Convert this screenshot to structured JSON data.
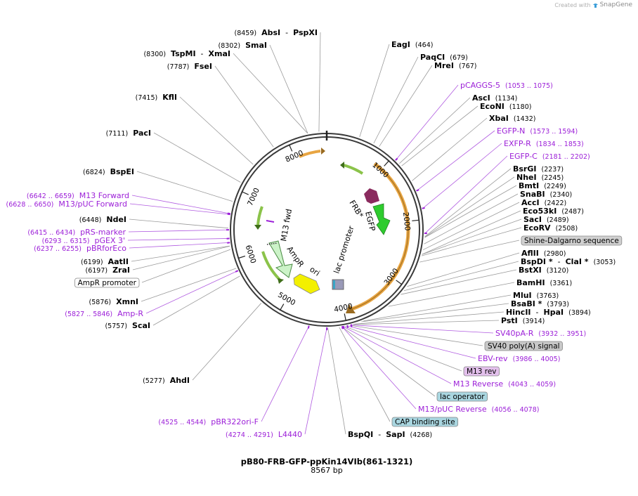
{
  "credit": {
    "prefix": "Created with",
    "brand": "SnapGene"
  },
  "plasmid": {
    "name": "pB80-FRB-GFP-ppKin14VIb(861-1321)",
    "length_label": "8567 bp",
    "length": 8567
  },
  "ticks": [
    {
      "pos": 1000,
      "label": "1000"
    },
    {
      "pos": 2000,
      "label": "2000"
    },
    {
      "pos": 3000,
      "label": "3000"
    },
    {
      "pos": 4000,
      "label": "4000"
    },
    {
      "pos": 5000,
      "label": "5000"
    },
    {
      "pos": 6000,
      "label": "6000"
    },
    {
      "pos": 7000,
      "label": "7000"
    },
    {
      "pos": 8000,
      "label": "8000"
    }
  ],
  "feature_labels": [
    {
      "text": "M13 fwd"
    },
    {
      "text": "AmpR"
    },
    {
      "text": "ori"
    },
    {
      "text": "lac promoter"
    },
    {
      "text": "FRB*"
    },
    {
      "text": "EGFP"
    }
  ],
  "left_labels": [
    {
      "type": "enzyme",
      "name": "AbsI",
      "name2": "PspXI",
      "coord": "(8459)",
      "pos": 8459
    },
    {
      "type": "enzyme",
      "name": "SmaI",
      "coord": "(8302)",
      "pos": 8302
    },
    {
      "type": "enzyme",
      "name": "TspMI",
      "name2": "XmaI",
      "coord": "(8300)",
      "pos": 8300
    },
    {
      "type": "enzyme",
      "name": "FseI",
      "coord": "(7787)",
      "pos": 7787
    },
    {
      "type": "enzyme",
      "name": "KflI",
      "coord": "(7415)",
      "pos": 7415
    },
    {
      "type": "enzyme",
      "name": "PacI",
      "coord": "(7111)",
      "pos": 7111
    },
    {
      "type": "enzyme",
      "name": "BspEI",
      "coord": "(6824)",
      "pos": 6824
    },
    {
      "type": "primer",
      "name": "M13 Forward",
      "coord": "(6642 .. 6659)",
      "pos": 6650
    },
    {
      "type": "primer",
      "name": "M13/pUC Forward",
      "coord": "(6628 .. 6650)",
      "pos": 6639
    },
    {
      "type": "enzyme",
      "name": "NdeI",
      "coord": "(6448)",
      "pos": 6448
    },
    {
      "type": "primer",
      "name": "pRS-marker",
      "coord": "(6415 .. 6434)",
      "pos": 6424
    },
    {
      "type": "primer",
      "name": "pGEX 3'",
      "coord": "(6293 .. 6315)",
      "pos": 6304
    },
    {
      "type": "primer",
      "name": "pBRforEco",
      "coord": "(6237 .. 6255)",
      "pos": 6246
    },
    {
      "type": "enzyme",
      "name": "AatII",
      "coord": "(6199)",
      "pos": 6199
    },
    {
      "type": "enzyme",
      "name": "ZraI",
      "coord": "(6197)",
      "pos": 6197
    },
    {
      "type": "feature",
      "name": "AmpR promoter",
      "pos": 6150
    },
    {
      "type": "enzyme",
      "name": "XmnI",
      "coord": "(5876)",
      "pos": 5876
    },
    {
      "type": "primer",
      "name": "Amp-R",
      "coord": "(5827 .. 5846)",
      "pos": 5836
    },
    {
      "type": "enzyme",
      "name": "ScaI",
      "coord": "(5757)",
      "pos": 5757
    },
    {
      "type": "enzyme",
      "name": "AhdI",
      "coord": "(5277)",
      "pos": 5277
    },
    {
      "type": "primer",
      "name": "pBR322ori-F",
      "coord": "(4525 .. 4544)",
      "pos": 4534
    },
    {
      "type": "primer",
      "name": "L4440",
      "coord": "(4274 .. 4291)",
      "pos": 4282
    }
  ],
  "right_labels": [
    {
      "type": "enzyme",
      "name": "EagI",
      "coord": "(464)",
      "pos": 464
    },
    {
      "type": "enzyme",
      "name": "PaqCI",
      "coord": "(679)",
      "pos": 679
    },
    {
      "type": "enzyme",
      "name": "MreI",
      "coord": "(767)",
      "pos": 767
    },
    {
      "type": "primer",
      "name": "pCAGGS-5",
      "coord": "(1053 .. 1075)",
      "pos": 1064
    },
    {
      "type": "enzyme",
      "name": "AscI",
      "coord": "(1134)",
      "pos": 1134
    },
    {
      "type": "enzyme",
      "name": "EcoNI",
      "coord": "(1180)",
      "pos": 1180
    },
    {
      "type": "enzyme",
      "name": "XbaI",
      "coord": "(1432)",
      "pos": 1432
    },
    {
      "type": "primer",
      "name": "EGFP-N",
      "coord": "(1573 .. 1594)",
      "pos": 1583
    },
    {
      "type": "primer",
      "name": "EXFP-R",
      "coord": "(1834 .. 1853)",
      "pos": 1843
    },
    {
      "type": "primer",
      "name": "EGFP-C",
      "coord": "(2181 .. 2202)",
      "pos": 2191
    },
    {
      "type": "enzyme",
      "name": "BsrGI",
      "coord": "(2237)",
      "pos": 2237
    },
    {
      "type": "enzyme",
      "name": "NheI",
      "coord": "(2245)",
      "pos": 2245
    },
    {
      "type": "enzyme",
      "name": "BmtI",
      "coord": "(2249)",
      "pos": 2249
    },
    {
      "type": "enzyme",
      "name": "SnaBI",
      "coord": "(2340)",
      "pos": 2340
    },
    {
      "type": "enzyme",
      "name": "AccI",
      "coord": "(2422)",
      "pos": 2422
    },
    {
      "type": "enzyme",
      "name": "Eco53kI",
      "coord": "(2487)",
      "pos": 2487
    },
    {
      "type": "enzyme",
      "name": "SacI",
      "coord": "(2489)",
      "pos": 2489
    },
    {
      "type": "enzyme",
      "name": "EcoRV",
      "coord": "(2508)",
      "pos": 2508
    },
    {
      "type": "feature",
      "name": "Shine-Dalgarno sequence",
      "pos": 2600,
      "fill": "#d0d0d0"
    },
    {
      "type": "enzyme",
      "name": "AflII",
      "coord": "(2980)",
      "pos": 2980
    },
    {
      "type": "enzyme",
      "name": "BspDI *",
      "name2": "ClaI *",
      "coord": "(3053)",
      "pos": 3053
    },
    {
      "type": "enzyme",
      "name": "BstXI",
      "coord": "(3120)",
      "pos": 3120
    },
    {
      "type": "enzyme",
      "name": "BamHI",
      "coord": "(3361)",
      "pos": 3361
    },
    {
      "type": "enzyme",
      "name": "MluI",
      "coord": "(3763)",
      "pos": 3763
    },
    {
      "type": "enzyme",
      "name": "BsaBI *",
      "coord": "(3793)",
      "pos": 3793
    },
    {
      "type": "enzyme",
      "name": "HincII",
      "name2": "HpaI",
      "coord": "(3894)",
      "pos": 3894
    },
    {
      "type": "enzyme",
      "name": "PstI",
      "coord": "(3914)",
      "pos": 3914
    },
    {
      "type": "primer",
      "name": "SV40pA-R",
      "coord": "(3932 .. 3951)",
      "pos": 3941
    },
    {
      "type": "feature",
      "name": "SV40 poly(A) signal",
      "pos": 3960,
      "fill": "#c8c8c8"
    },
    {
      "type": "primer",
      "name": "EBV-rev",
      "coord": "(3986 .. 4005)",
      "pos": 3995
    },
    {
      "type": "feature",
      "name": "M13 rev",
      "pos": 4030,
      "fill": "#e3c0ec"
    },
    {
      "type": "primer",
      "name": "M13 Reverse",
      "coord": "(4043 .. 4059)",
      "pos": 4051
    },
    {
      "type": "feature",
      "name": "lac operator",
      "pos": 4070,
      "fill": "#a9d6e0"
    },
    {
      "type": "primer",
      "name": "M13/pUC Reverse",
      "coord": "(4056 .. 4078)",
      "pos": 4067
    },
    {
      "type": "feature",
      "name": "CAP binding site",
      "pos": 4110,
      "fill": "#a9d6e0"
    },
    {
      "type": "enzyme",
      "name": "BspQI",
      "name2": "SapI",
      "coord": "(4268)",
      "pos": 4268
    }
  ],
  "colors": {
    "enzyme": "#000000",
    "primer": "#9c1fd8",
    "backbone": "#3a3a3a",
    "line": "#9a9a9a"
  }
}
